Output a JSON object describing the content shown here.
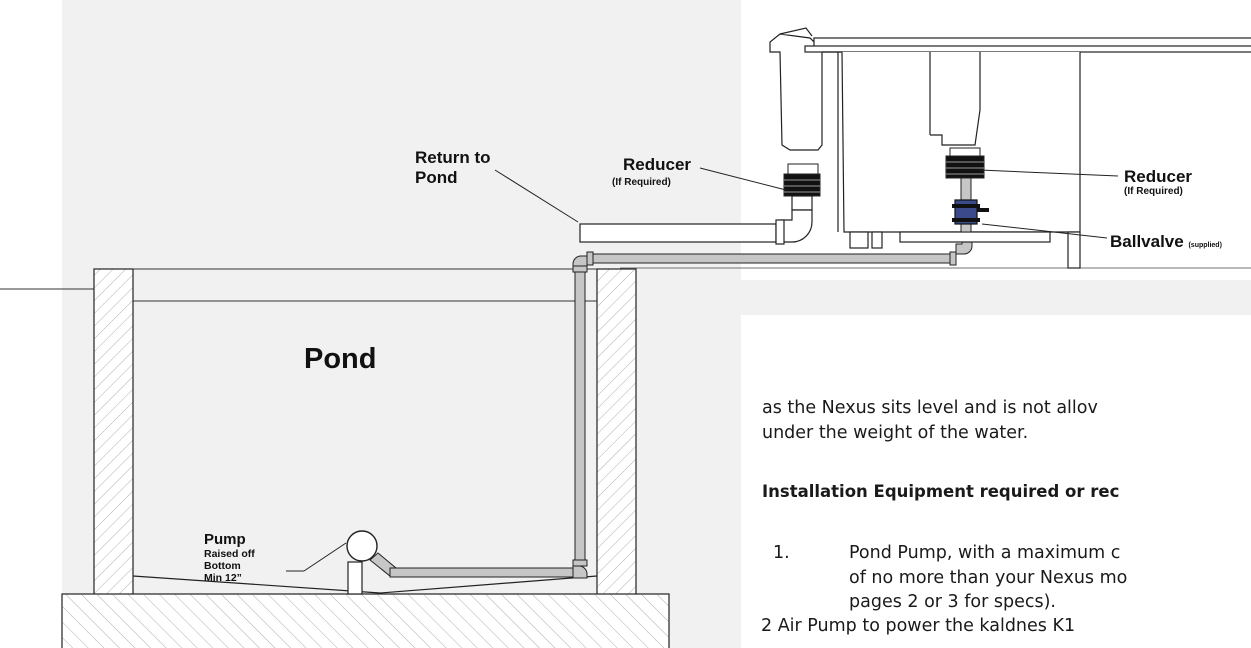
{
  "colors": {
    "panel_bg": "#f1f1f1",
    "hatch_fill": "#ffffff",
    "line": "#222222",
    "pipe_fill": "#c6c6c6",
    "valve_blue": "#3a4a8a"
  },
  "diagram": {
    "return_label_1": "Return to",
    "return_label_2": "Pond",
    "reducer_left_label": "Reducer",
    "reducer_left_note": "(If Required)",
    "reducer_right_label": "Reducer",
    "reducer_right_note": "(If Required)",
    "ballvalve_label": "Ballvalve",
    "ballvalve_note": "(supplied)",
    "pond_label": "Pond",
    "pump_label": "Pump",
    "pump_note_1": "Raised off",
    "pump_note_2": "Bottom",
    "pump_note_3": "Min 12”"
  },
  "document": {
    "para_line_1": "as the Nexus sits level and is not allov",
    "para_line_2": "under the weight of the water.",
    "heading": "Installation Equipment required or rec",
    "item1_num": "1.",
    "item1_line_1": "Pond Pump, with a maximum c",
    "item1_line_2": "of no more than your Nexus mo",
    "item1_line_3": "pages 2 or 3 for specs).",
    "item2_line_1": "2 Air Pump to power the kaldnes K1"
  }
}
